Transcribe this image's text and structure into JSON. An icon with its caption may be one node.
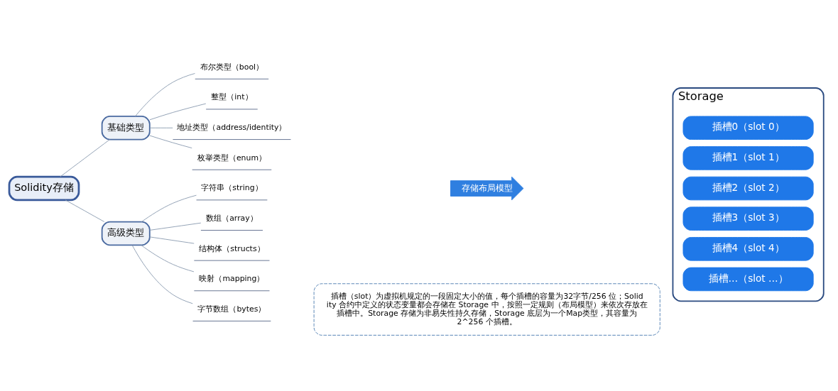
{
  "diagram": {
    "nodes": [
      {
        "text": [
          "Solidity存储"
        ]
      },
      {
        "text": [
          "基础类型"
        ]
      },
      {
        "text": [
          "布尔类型（bool）"
        ]
      },
      {
        "text": [
          "整型（int）"
        ]
      },
      {
        "text": [
          "地址类型（address/identity）"
        ]
      },
      {
        "text": [
          "枚举类型（enum）"
        ]
      },
      {
        "text": [
          "高级类型"
        ]
      },
      {
        "text": [
          "字符串（string）"
        ]
      },
      {
        "text": [
          "数组（array）"
        ]
      },
      {
        "text": [
          "结构体（structs）"
        ]
      },
      {
        "text": [
          "映射（mapping）"
        ]
      },
      {
        "text": [
          "字节数组（bytes）"
        ]
      },
      {
        "text": [
          "存储布局模型"
        ]
      },
      {
        "text": [
          "Storage"
        ]
      },
      {
        "text": [
          "插槽0（slot 0）"
        ],
        "in": 13
      },
      {
        "text": [
          "插槽1（slot 1）"
        ],
        "in": 13
      },
      {
        "text": [
          "插槽2（slot 2）"
        ],
        "in": 13
      },
      {
        "text": [
          "插槽3（slot 3）"
        ],
        "in": 13
      },
      {
        "text": [
          "插槽4（slot 4）"
        ],
        "in": 13
      },
      {
        "text": [
          "插槽…（slot …）"
        ],
        "in": 13
      },
      {
        "text": [
          "插槽（slot）为虚拟机规定的一段固定大小的值，每个插槽的容量为32字节/256 位；Solidity 合约中定义的状态变量都会存储在 Storage 中，按照一定规则（布局模型）来依次存放在插槽中。Storage 存储为非易失性持久存储，Storage 底层为一个Map类型，其容量为 2^256 个插槽。"
        ]
      }
    ],
    "edges": [
      {
        "from": 0,
        "to": 1,
        "arrow": "none"
      },
      {
        "from": 1,
        "to": 2,
        "arrow": "none"
      },
      {
        "from": 1,
        "to": 3,
        "arrow": "none"
      },
      {
        "from": 1,
        "to": 4,
        "arrow": "none"
      },
      {
        "from": 1,
        "to": 5,
        "arrow": "none"
      },
      {
        "from": 0,
        "to": 6,
        "arrow": "none"
      },
      {
        "from": 6,
        "to": 7,
        "arrow": "none"
      },
      {
        "from": 6,
        "to": 8,
        "arrow": "none"
      },
      {
        "from": 6,
        "to": 9,
        "arrow": "none"
      },
      {
        "from": 6,
        "to": 10,
        "arrow": "none"
      },
      {
        "from": 6,
        "to": 11,
        "arrow": "none"
      }
    ]
  }
}
